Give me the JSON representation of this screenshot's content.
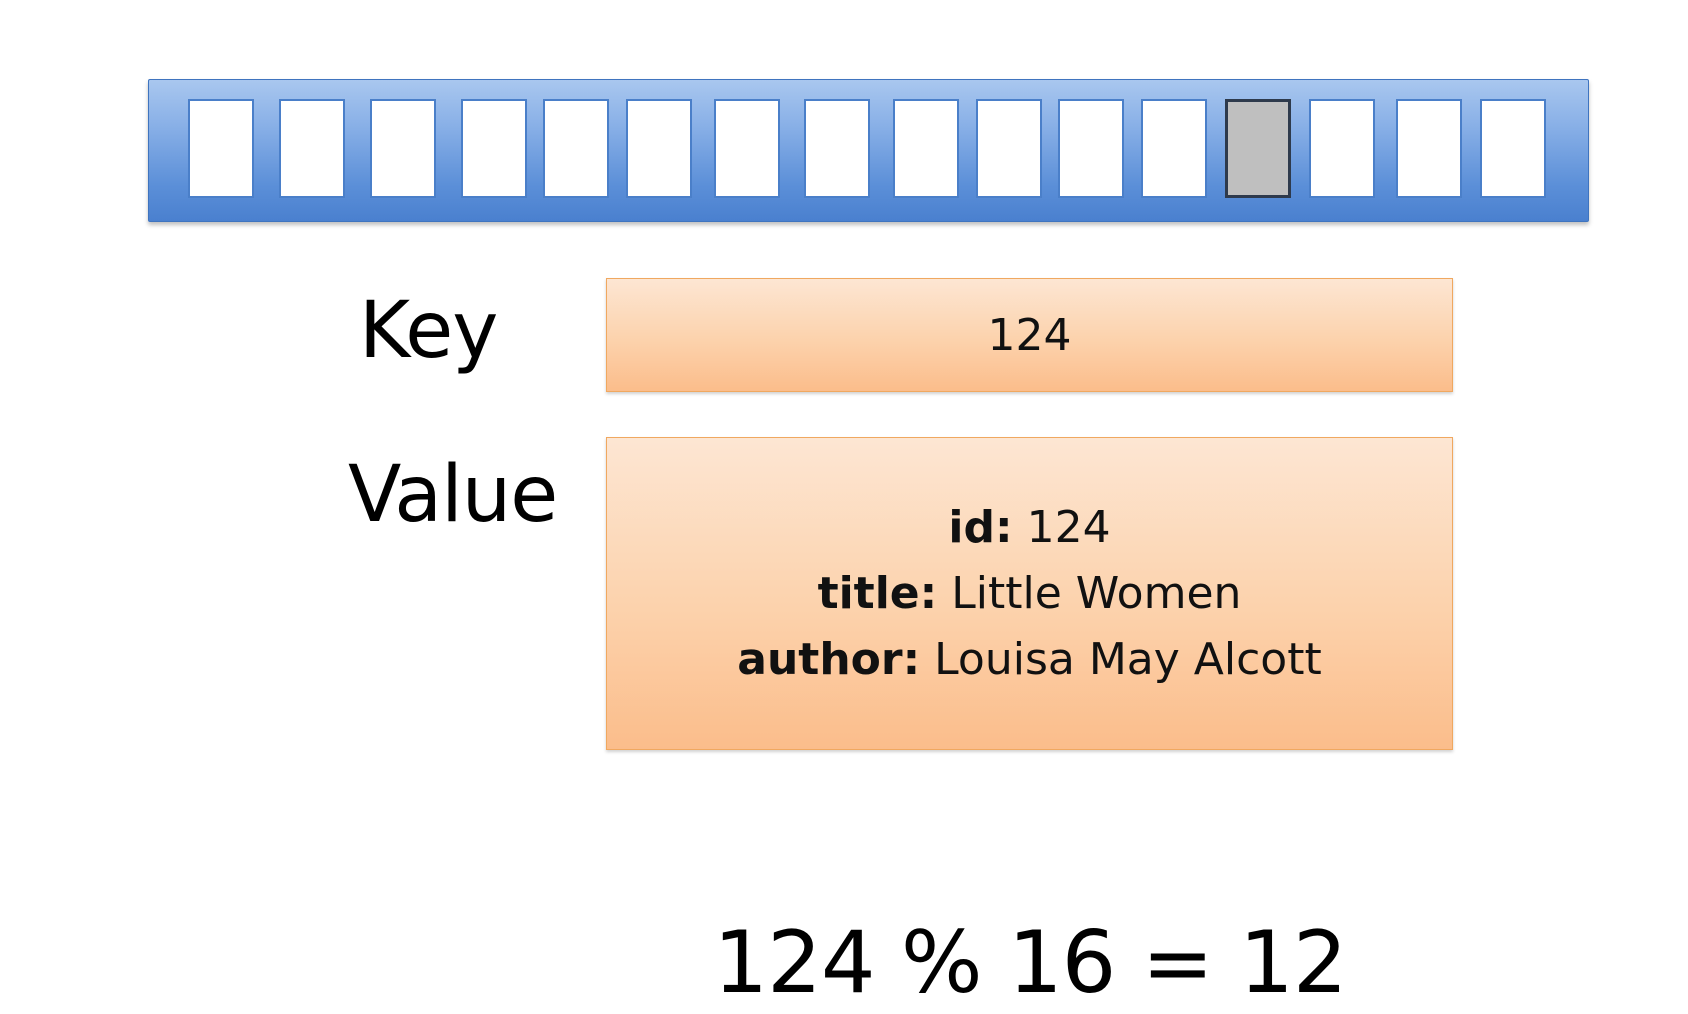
{
  "array": {
    "slot_count": 16,
    "highlighted_index": 12,
    "colors": {
      "bar": "#5b8fd8",
      "slot": "#ffffff",
      "highlight": "#bfbfbf"
    }
  },
  "key": {
    "label": "Key",
    "value": "124"
  },
  "value": {
    "label": "Value",
    "fields": [
      {
        "name": "id:",
        "value": "124"
      },
      {
        "name": "title:",
        "value": "Little Women"
      },
      {
        "name": "author:",
        "value": "Louisa May Alcott"
      }
    ]
  },
  "equation": "124 % 16 = 12",
  "colors": {
    "box_fill": "#fcd2ac",
    "box_border": "#f0a860"
  }
}
